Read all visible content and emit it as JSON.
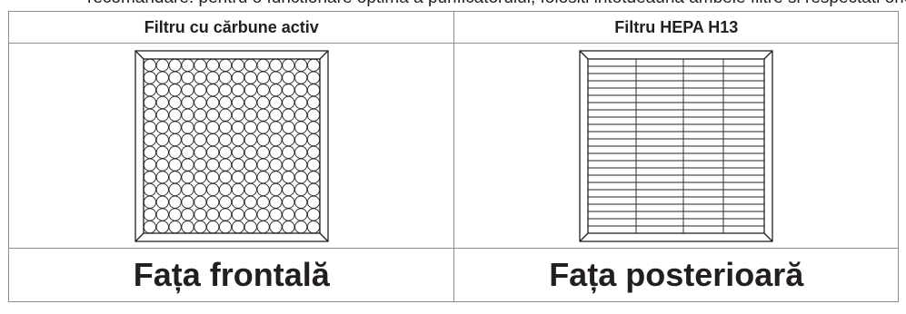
{
  "cut_off_text": "recomandare: pentru o functionare optima a purificatorului, folositi intotdeauna ambele filtre si respectati orientarea lor la montare",
  "columns": [
    {
      "header": "Filtru cu cărbune activ",
      "figure_icon": "activated-carbon-filter-icon",
      "caption": "Fața frontală"
    },
    {
      "header": "Filtru HEPA H13",
      "figure_icon": "hepa-filter-icon",
      "caption": "Fața posterioară"
    }
  ]
}
